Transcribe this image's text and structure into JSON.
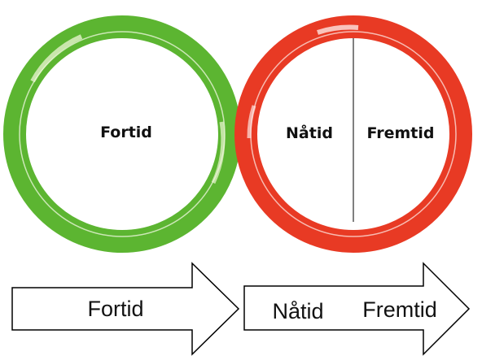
{
  "past_ring": {
    "label": "Fortid",
    "color": "#5cb531"
  },
  "present_future_ring": {
    "left_label": "Nåtid",
    "right_label": "Fremtid",
    "color": "#e83a24"
  },
  "arrows": {
    "past_arrow_label": "Fortid",
    "present_label": "Nåtid",
    "future_label": "Fremtid"
  }
}
